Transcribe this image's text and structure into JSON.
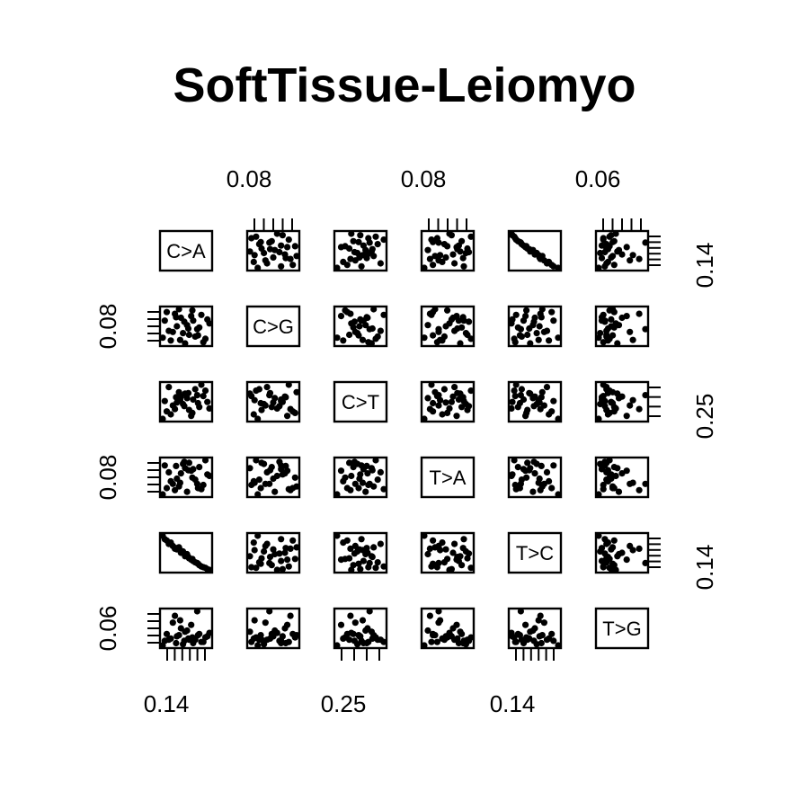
{
  "chart_data": {
    "type": "scatter",
    "title": "SoftTissue-Leiomyo",
    "variables": [
      "C>A",
      "C>G",
      "C>T",
      "T>A",
      "T>C",
      "T>G"
    ],
    "axis_tick_labels": {
      "top": [
        "0.08",
        "0.08",
        "0.06"
      ],
      "right": [
        "0.14",
        "0.25",
        "0.14"
      ],
      "left": [
        "0.08",
        "0.08",
        "0.06"
      ],
      "bottom": [
        "0.14",
        "0.25",
        "0.14"
      ]
    },
    "point_color": "#000000",
    "observations": [
      [
        0.055,
        0.05,
        0.185,
        0.04,
        0.105,
        0.04
      ],
      [
        0.065,
        0.095,
        0.21,
        0.052,
        0.098,
        0.05
      ],
      [
        0.08,
        0.06,
        0.23,
        0.06,
        0.09,
        0.06
      ],
      [
        0.09,
        0.07,
        0.24,
        0.07,
        0.085,
        0.048
      ],
      [
        0.1,
        0.085,
        0.26,
        0.08,
        0.08,
        0.055
      ],
      [
        0.11,
        0.04,
        0.27,
        0.09,
        0.075,
        0.052
      ],
      [
        0.12,
        0.055,
        0.215,
        0.1,
        0.072,
        0.045
      ],
      [
        0.13,
        0.08,
        0.25,
        0.088,
        0.068,
        0.042
      ],
      [
        0.14,
        0.065,
        0.265,
        0.06,
        0.065,
        0.07
      ],
      [
        0.15,
        0.09,
        0.3,
        0.05,
        0.06,
        0.043
      ],
      [
        0.16,
        0.048,
        0.28,
        0.105,
        0.058,
        0.047
      ],
      [
        0.17,
        0.075,
        0.22,
        0.075,
        0.055,
        0.051
      ],
      [
        0.06,
        0.08,
        0.245,
        0.095,
        0.1,
        0.044
      ],
      [
        0.075,
        0.045,
        0.2,
        0.065,
        0.095,
        0.046
      ],
      [
        0.095,
        0.1,
        0.275,
        0.055,
        0.088,
        0.049
      ],
      [
        0.105,
        0.058,
        0.235,
        0.098,
        0.082,
        0.041
      ],
      [
        0.115,
        0.072,
        0.255,
        0.045,
        0.078,
        0.053
      ],
      [
        0.125,
        0.088,
        0.195,
        0.085,
        0.07,
        0.058
      ],
      [
        0.135,
        0.052,
        0.285,
        0.068,
        0.066,
        0.045
      ],
      [
        0.145,
        0.068,
        0.225,
        0.092,
        0.062,
        0.05
      ],
      [
        0.155,
        0.042,
        0.262,
        0.058,
        0.059,
        0.043
      ],
      [
        0.165,
        0.082,
        0.242,
        0.078,
        0.056,
        0.048
      ],
      [
        0.085,
        0.092,
        0.218,
        0.048,
        0.086,
        0.066
      ],
      [
        0.07,
        0.062,
        0.292,
        0.082,
        0.093,
        0.045
      ],
      [
        0.128,
        0.098,
        0.205,
        0.072,
        0.071,
        0.047
      ],
      [
        0.098,
        0.046,
        0.248,
        0.062,
        0.084,
        0.062
      ],
      [
        0.108,
        0.078,
        0.228,
        0.102,
        0.079,
        0.044
      ],
      [
        0.118,
        0.066,
        0.272,
        0.086,
        0.074,
        0.046
      ],
      [
        0.142,
        0.054,
        0.238,
        0.052,
        0.064,
        0.049
      ],
      [
        0.088,
        0.086,
        0.258,
        0.094,
        0.087,
        0.042
      ]
    ]
  }
}
